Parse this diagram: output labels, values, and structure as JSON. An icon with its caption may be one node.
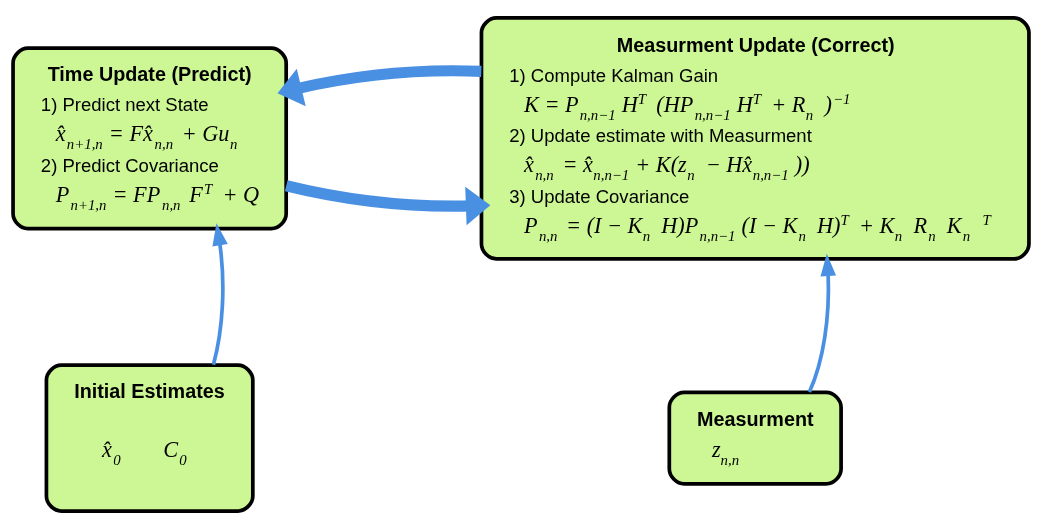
{
  "diagram": {
    "nodes": [
      {
        "text": [
          "Time Update (Predict)",
          "1) Predict next State",
          "x̂$_{n+1,n}$ = Fx̂$_{n,n}$ + Gu$_{n}$",
          "2) Predict Covariance",
          "P$_{n+1,n}$ = FP$_{n,n}$F$^{T}$ + Q"
        ]
      },
      {
        "text": [
          "Measurment Update (Correct)",
          "1) Compute Kalman Gain",
          "K = P$_{n,n−1}$H$^{T}$(HP$_{n,n−1}$H$^{T}$ + R$_{n}$)$^{−1}$",
          "2) Update estimate with Measurment",
          "x̂$_{n,n}$ = x̂$_{n,n−1}$ + K(z$_{n}$ − Hx̂$_{n,n−1}$))",
          "3) Update Covariance",
          "P$_{n,n}$ = (I − K$_{n}$H)P$_{n,n−1}$(I − K$_{n}$H)$^{T}$ + K$_{n}$R$_{n}$K$_{n}$$^{T}$"
        ]
      },
      {
        "text": [
          "Initial Estimates",
          "x̂$_{0}$",
          "C$_{0}$"
        ]
      },
      {
        "text": [
          "Measurment",
          "z$_{n,n}$"
        ]
      }
    ],
    "edges": [
      {
        "from": 0,
        "to": 1,
        "arrow": "to",
        "style": "thick"
      },
      {
        "from": 1,
        "to": 0,
        "arrow": "to",
        "style": "thick"
      },
      {
        "from": 2,
        "to": 0,
        "arrow": "to"
      },
      {
        "from": 3,
        "to": 1,
        "arrow": "to"
      }
    ]
  }
}
